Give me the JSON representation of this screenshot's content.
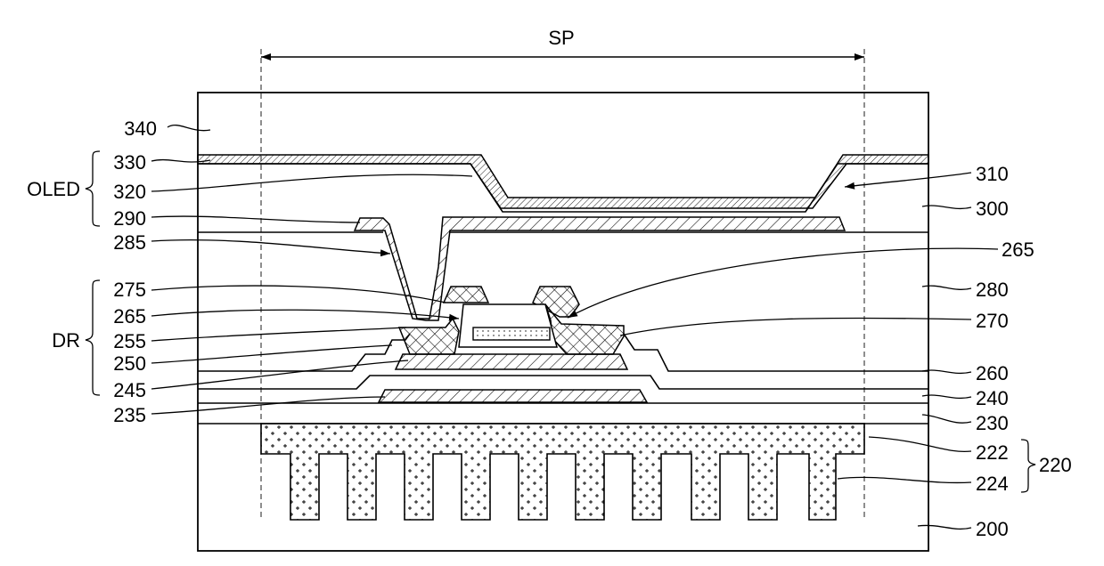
{
  "dimension": {
    "label": "SP"
  },
  "labels_left": [
    {
      "id": "lbl-340",
      "text": "340"
    },
    {
      "id": "lbl-330",
      "text": "330"
    },
    {
      "id": "lbl-320",
      "text": "320"
    },
    {
      "id": "lbl-290",
      "text": "290"
    },
    {
      "id": "lbl-285",
      "text": "285"
    },
    {
      "id": "lbl-275",
      "text": "275"
    },
    {
      "id": "lbl-265-left",
      "text": "265"
    },
    {
      "id": "lbl-255",
      "text": "255"
    },
    {
      "id": "lbl-250",
      "text": "250"
    },
    {
      "id": "lbl-245",
      "text": "245"
    },
    {
      "id": "lbl-235",
      "text": "235"
    }
  ],
  "labels_right": [
    {
      "id": "lbl-310",
      "text": "310"
    },
    {
      "id": "lbl-300",
      "text": "300"
    },
    {
      "id": "lbl-265-right",
      "text": "265"
    },
    {
      "id": "lbl-280",
      "text": "280"
    },
    {
      "id": "lbl-270",
      "text": "270"
    },
    {
      "id": "lbl-260",
      "text": "260"
    },
    {
      "id": "lbl-240",
      "text": "240"
    },
    {
      "id": "lbl-230",
      "text": "230"
    },
    {
      "id": "lbl-222",
      "text": "222"
    },
    {
      "id": "lbl-224",
      "text": "224"
    },
    {
      "id": "lbl-220",
      "text": "220"
    },
    {
      "id": "lbl-200",
      "text": "200"
    }
  ],
  "groups": {
    "oled": "OLED",
    "dr": "DR"
  }
}
